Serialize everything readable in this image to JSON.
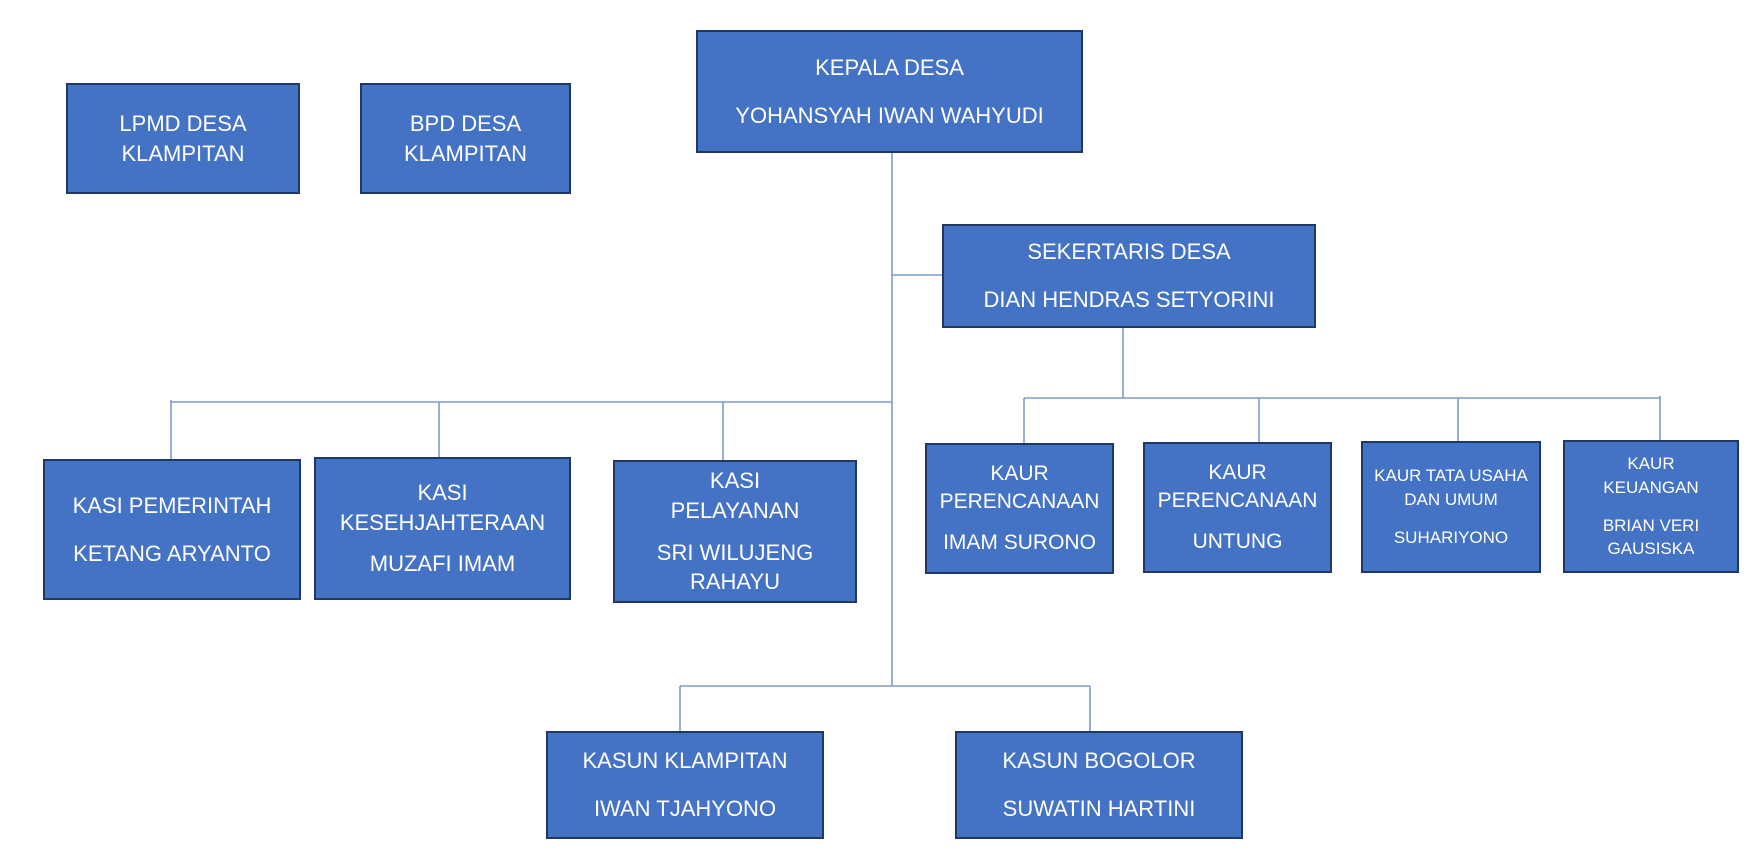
{
  "nodes": {
    "lpmd": {
      "title": "LPMD DESA KLAMPITAN"
    },
    "bpd": {
      "title": "BPD DESA KLAMPITAN"
    },
    "kepala_desa": {
      "title": "KEPALA DESA",
      "name": "YOHANSYAH IWAN WAHYUDI"
    },
    "sekertaris_desa": {
      "title": "SEKERTARIS DESA",
      "name": "DIAN HENDRAS SETYORINI"
    },
    "kasi_pemerintah": {
      "title": "KASI PEMERINTAH",
      "name": "KETANG ARYANTO"
    },
    "kasi_kesejahteraan": {
      "title": "KASI KESEHJAHTERAAN",
      "name": "MUZAFI IMAM"
    },
    "kasi_pelayanan": {
      "title": "KASI PELAYANAN",
      "name": "SRI WILUJENG RAHAYU"
    },
    "kaur_perencanaan_1": {
      "title": "KAUR PERENCANAAN",
      "name": "IMAM SURONO"
    },
    "kaur_perencanaan_2": {
      "title": "KAUR PERENCANAAN",
      "name": "UNTUNG"
    },
    "kaur_tata_usaha": {
      "title": "KAUR TATA USAHA DAN UMUM",
      "name": "SUHARIYONO"
    },
    "kaur_keuangan": {
      "title": "KAUR KEUANGAN",
      "name": "BRIAN VERI GAUSISKA"
    },
    "kasun_klampitan": {
      "title": "KASUN KLAMPITAN",
      "name": "IWAN TJAHYONO"
    },
    "kasun_bogolor": {
      "title": "KASUN BOGOLOR",
      "name": "SUWATIN HARTINI"
    }
  },
  "colors": {
    "box_fill": "#4472c4",
    "box_border": "#1f3864",
    "connector": "#7f9cc9",
    "text": "#ffffff"
  }
}
